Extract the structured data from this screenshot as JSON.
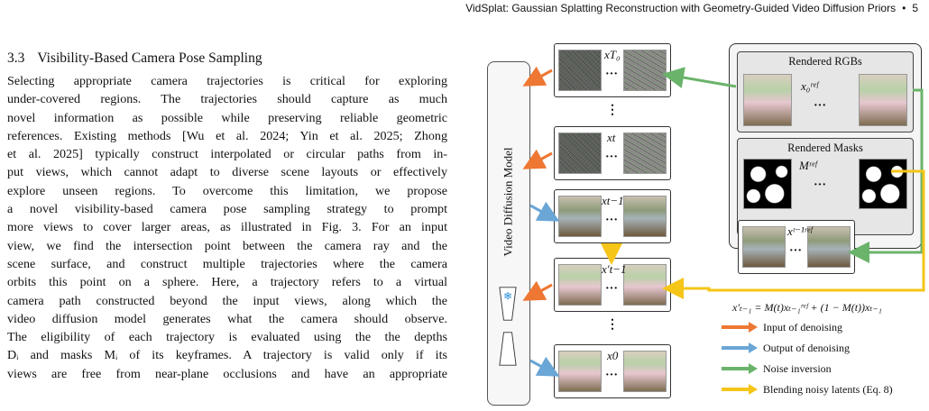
{
  "header": {
    "running_title": "VidSplat: Gaussian Splatting Reconstruction with Geometry-Guided Video Diffusion Priors",
    "separator": "•",
    "page_number": "5"
  },
  "section": {
    "number": "3.3",
    "title": "Visibility-Based Camera Pose Sampling"
  },
  "body_lines": [
    "Selecting appropriate camera trajectories is critical for exploring",
    "under-covered regions. The trajectories should capture as much",
    "novel information as possible while preserving reliable geometric",
    "references. Existing methods [Wu et al. 2024; Yin et al. 2025; Zhong",
    "et al. 2025] typically construct interpolated or circular paths from in-",
    "put views, which cannot adapt to diverse scene layouts or effectively",
    "explore unseen regions. To overcome this limitation, we propose",
    "a novel visibility-based camera pose sampling strategy to prompt",
    "more views to cover larger areas, as illustrated in Fig. 3. For an input",
    "view, we find the intersection point between the camera ray and the",
    "scene surface, and construct multiple trajectories where the camera",
    "orbits this point on a sphere. Here, a trajectory refers to a virtual",
    "camera path constructed beyond the input views, along which the",
    "video diffusion model generates what the camera should observe.",
    "The eligibility of each trajectory is evaluated using the the depths",
    "Dᵢ and masks Mᵢ of its keyframes. A trajectory is valid only if its",
    "views are free from near-plane occlusions and have an appropriate"
  ],
  "figure": {
    "model_label": "Video Diffusion Model",
    "snowflake_icon": "snowflake-icon",
    "steps": [
      {
        "var": "x_{T_0}",
        "display": "xT₀",
        "kind": "noise"
      },
      {
        "var": "x_t",
        "display": "xt",
        "kind": "noise"
      },
      {
        "var": "x_{t-1}",
        "display": "xt−1",
        "kind": "scene"
      },
      {
        "var": "x'_{t-1}",
        "display": "x′t−1",
        "kind": "scene"
      },
      {
        "var": "x_0",
        "display": "x0",
        "kind": "scene"
      }
    ],
    "ellipsis": "···",
    "vdots": "⋮",
    "rendered_rgbs": {
      "title": "Rendered RGBs",
      "var": "x₀ʳᵉᶠ"
    },
    "rendered_masks": {
      "title": "Rendered Masks",
      "var": "Mʳᵉᶠ"
    },
    "ref_var": "xᵗ⁻¹ʳᵉᶠ",
    "formula": "x′ₜ₋₁ = M(t)xₜ₋₁ʳᵉᶠ + (1 − M(t))xₜ₋₁",
    "legend": [
      {
        "label": "Input of denoising",
        "color": "#ee7733"
      },
      {
        "label": "Output of denoising",
        "color": "#6aa6d6"
      },
      {
        "label": "Noise inversion",
        "color": "#6ab36a"
      },
      {
        "label": "Blending noisy latents (Eq. 8)",
        "color": "#f5c518"
      }
    ]
  }
}
